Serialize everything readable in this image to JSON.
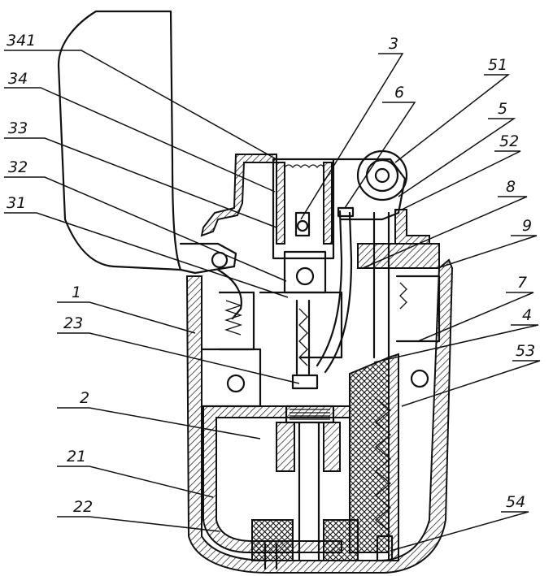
{
  "labels": {
    "l341": "341",
    "l34": "34",
    "l33": "33",
    "l32": "32",
    "l31": "31",
    "l1": "1",
    "l23": "23",
    "l2": "2",
    "l21": "21",
    "l22": "22",
    "l3": "3",
    "l6": "6",
    "l51": "51",
    "l5": "5",
    "l52": "52",
    "l8": "8",
    "l9": "9",
    "l7": "7",
    "l4": "4",
    "l53": "53",
    "l54": "54"
  }
}
